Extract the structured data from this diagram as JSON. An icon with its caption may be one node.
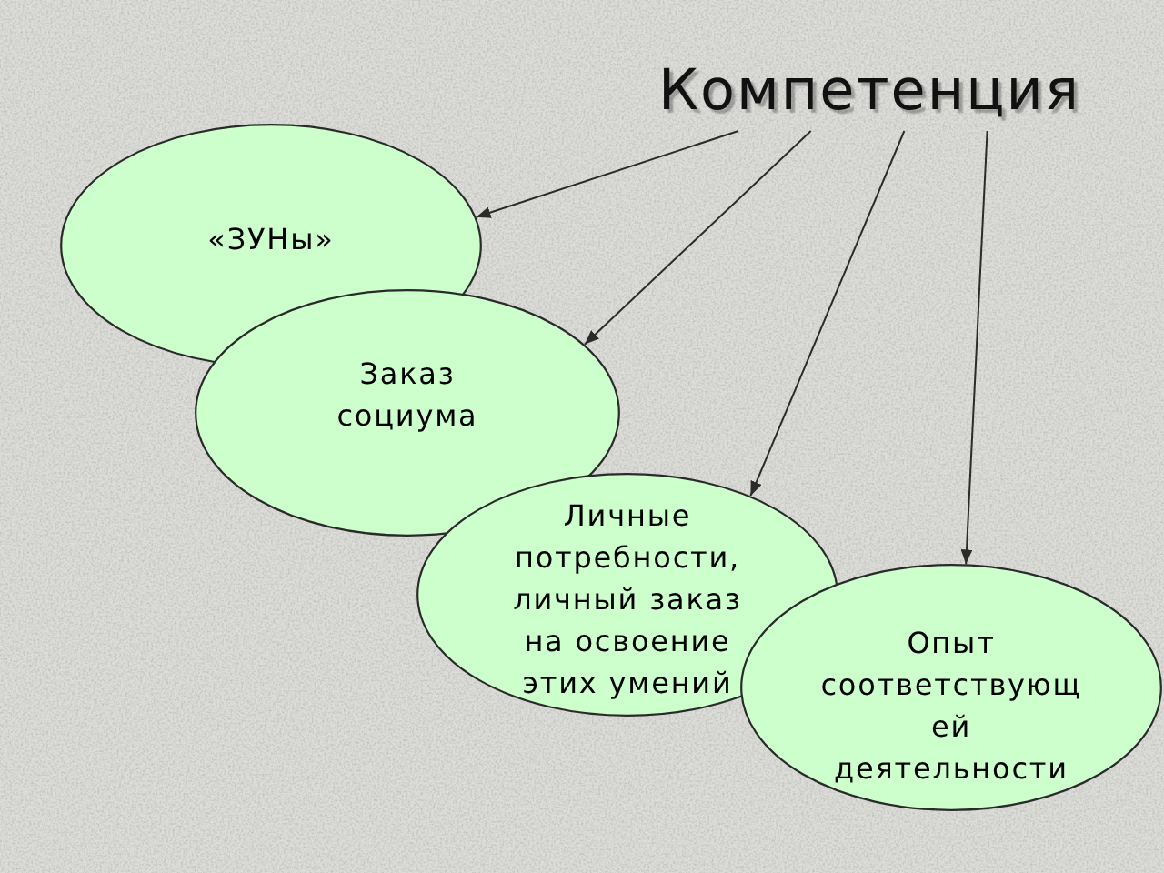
{
  "diagram": {
    "nodes": [
      {
        "text": [
          "Компетенция"
        ]
      },
      {
        "text": [
          "«ЗУНы»"
        ]
      },
      {
        "text": [
          "Заказ социума"
        ]
      },
      {
        "text": [
          "Личные потребности, личный заказ на освоение этих умений"
        ]
      },
      {
        "text": [
          "Опыт соответствующей деятельности"
        ]
      }
    ],
    "edges": [
      {
        "from": 0,
        "to": 1,
        "arrow": "to"
      },
      {
        "from": 0,
        "to": 2,
        "arrow": "to"
      },
      {
        "from": 0,
        "to": 3,
        "arrow": "to"
      },
      {
        "from": 0,
        "to": 4,
        "arrow": "to"
      }
    ]
  }
}
